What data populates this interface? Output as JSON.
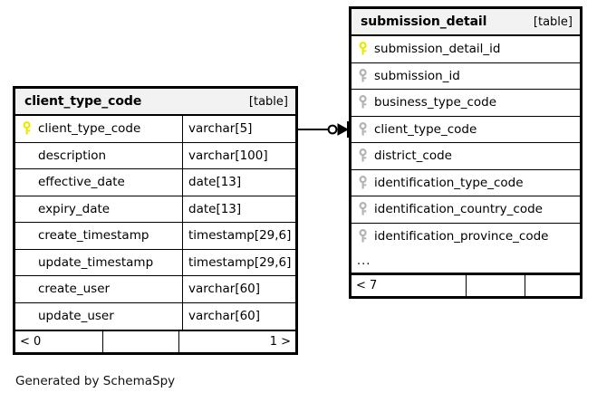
{
  "diagram": {
    "generator_note": "Generated by SchemaSpy",
    "kind_label": "[table]",
    "ellipsis": "...",
    "colors": {
      "primary_key": "#e8e800",
      "foreign_key": "#b3b3b3",
      "header_bg": "#f2f2f2",
      "border": "#000000",
      "background": "#ffffff"
    }
  },
  "tables": {
    "client_type_code": {
      "name": "client_type_code",
      "kind": "[table]",
      "columns": [
        {
          "name": "client_type_code",
          "type": "varchar[5]",
          "key": "primary"
        },
        {
          "name": "description",
          "type": "varchar[100]",
          "key": "none"
        },
        {
          "name": "effective_date",
          "type": "date[13]",
          "key": "none"
        },
        {
          "name": "expiry_date",
          "type": "date[13]",
          "key": "none"
        },
        {
          "name": "create_timestamp",
          "type": "timestamp[29,6]",
          "key": "none"
        },
        {
          "name": "update_timestamp",
          "type": "timestamp[29,6]",
          "key": "none"
        },
        {
          "name": "create_user",
          "type": "varchar[60]",
          "key": "none"
        },
        {
          "name": "update_user",
          "type": "varchar[60]",
          "key": "none"
        }
      ],
      "footer": {
        "left": "< 0",
        "middle": "",
        "right": "1 >"
      }
    },
    "submission_detail": {
      "name": "submission_detail",
      "kind": "[table]",
      "columns": [
        {
          "name": "submission_detail_id",
          "key": "primary"
        },
        {
          "name": "submission_id",
          "key": "foreign"
        },
        {
          "name": "business_type_code",
          "key": "foreign"
        },
        {
          "name": "client_type_code",
          "key": "foreign"
        },
        {
          "name": "district_code",
          "key": "foreign"
        },
        {
          "name": "identification_type_code",
          "key": "foreign"
        },
        {
          "name": "identification_country_code",
          "key": "foreign"
        },
        {
          "name": "identification_province_code",
          "key": "foreign"
        }
      ],
      "more_indicator": "...",
      "footer": {
        "left": "< 7",
        "middle": "",
        "right": ""
      }
    }
  },
  "relationship": {
    "from_table": "client_type_code",
    "from_column": "client_type_code",
    "to_table": "submission_detail",
    "to_column": "client_type_code",
    "from_cardinality": "zero-or-one",
    "to_cardinality": "many"
  }
}
